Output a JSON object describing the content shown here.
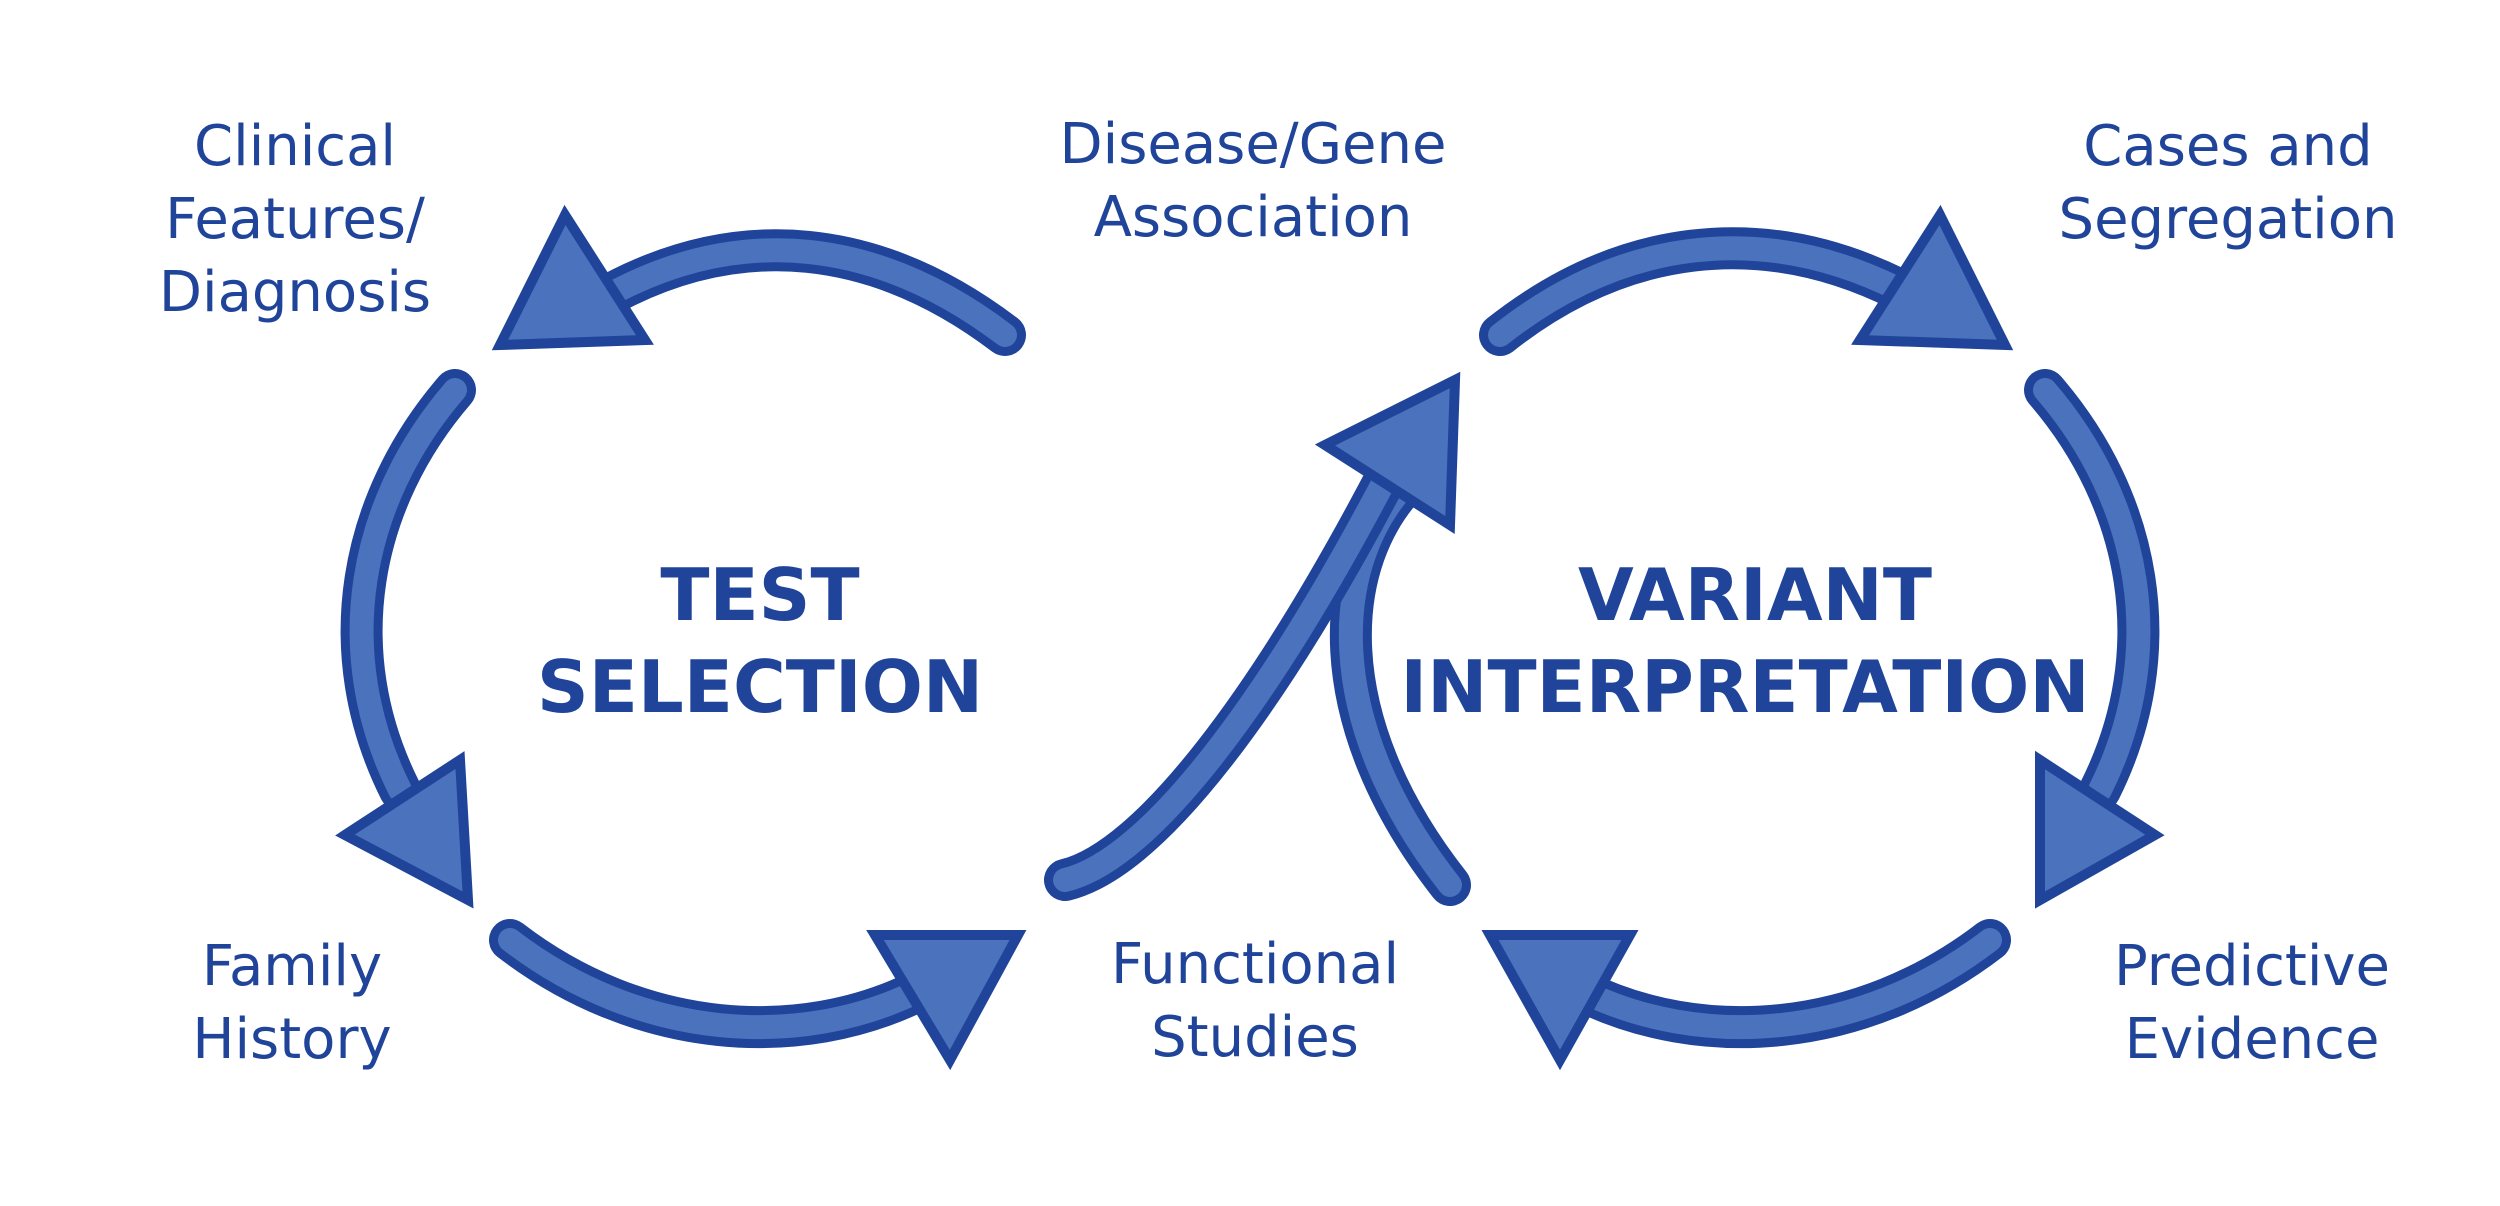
{
  "colors": {
    "arrow_fill": "#4a72bd",
    "arrow_stroke": "#1f449a",
    "text": "#1f449a",
    "background": "#ffffff"
  },
  "left_cycle": {
    "title_line1": "TEST",
    "title_line2": "SELECTION",
    "labels": {
      "top_left": [
        "Clinical",
        "Features/",
        "Diagnosis"
      ],
      "bottom_left": [
        "Family",
        "History"
      ]
    }
  },
  "right_cycle": {
    "title_line1": "VARIANT",
    "title_line2": "INTERPRETATION",
    "labels": {
      "top_right": [
        "Cases and",
        "Segregation"
      ],
      "bottom_right": [
        "Predictive",
        "Evidence"
      ]
    }
  },
  "center_labels": {
    "top": [
      "Disease/Gene",
      "Association"
    ],
    "bottom": [
      "Functional",
      "Studies"
    ]
  }
}
